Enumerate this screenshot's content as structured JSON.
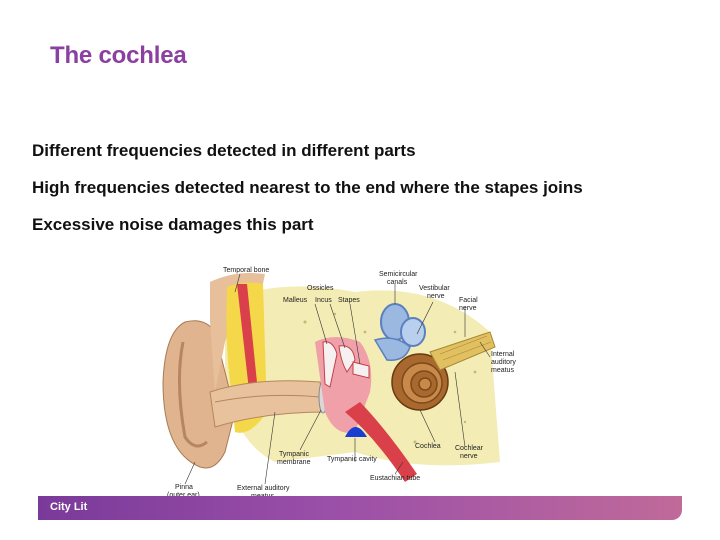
{
  "slide": {
    "title": "The cochlea",
    "bullets": [
      "Different frequencies detected in different parts",
      "High frequencies detected nearest to the end where the stapes joins",
      "Excessive noise damages this part"
    ]
  },
  "figure": {
    "labels": {
      "temporal_bone": "Temporal bone",
      "ossicles": "Ossicles",
      "malleus": "Malleus",
      "incus": "Incus",
      "stapes": "Stapes",
      "semicircular_1": "Semicircular",
      "semicircular_2": "canals",
      "vestibular_1": "Vestibular",
      "vestibular_2": "nerve",
      "facial_1": "Facial",
      "facial_2": "nerve",
      "internal_1": "Internal",
      "internal_2": "auditory",
      "internal_3": "meatus",
      "cochlea": "Cochlea",
      "cochlear_nerve_1": "Cochlear",
      "cochlear_nerve_2": "nerve",
      "tympanic_membrane_1": "Tympanic",
      "tympanic_membrane_2": "membrane",
      "tympanic_cavity": "Tympanic cavity",
      "eustachian": "Eustachian tube",
      "pinna_1": "Pinna",
      "pinna_2": "(outer ear)",
      "external_1": "External auditory",
      "external_2": "meatus"
    }
  },
  "footer": {
    "brand": "City Lit"
  },
  "colors": {
    "title": "#8b3fa0",
    "footer_start": "#7a3a99",
    "footer_end": "#c06a9a",
    "skin": "#e0b48e",
    "bone": "#f0e6a8",
    "vessel": "#d9404a",
    "canal": "#9ab8e0"
  }
}
